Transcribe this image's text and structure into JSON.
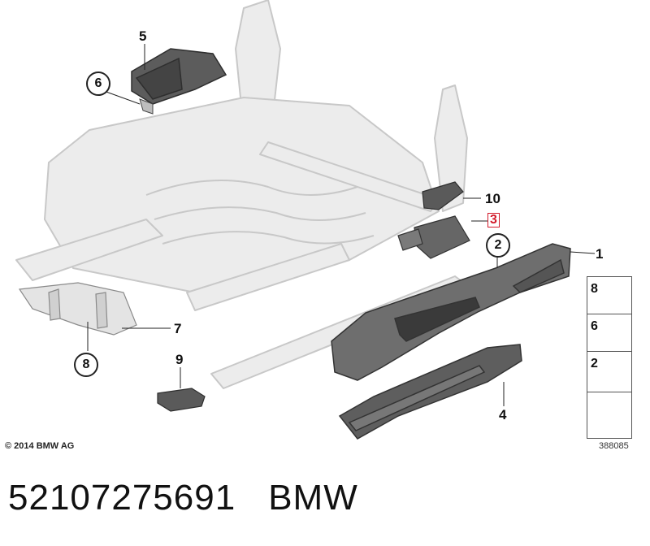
{
  "callouts": {
    "p1": "1",
    "p2": "2",
    "p3": "3",
    "p4": "4",
    "p5": "5",
    "p6": "6",
    "p7": "7",
    "p8": "8",
    "p9": "9",
    "p10": "10"
  },
  "legend": {
    "items": [
      "8",
      "6",
      "2"
    ]
  },
  "copyright": "© 2014 BMW AG",
  "diagram_id": "388085",
  "footer": {
    "part_number": "52107275691",
    "brand": "BMW"
  },
  "colors": {
    "highlight": "#d21a2a",
    "trim_part": "#6e6e6e",
    "frame_ghost": "#dcdcdc"
  }
}
